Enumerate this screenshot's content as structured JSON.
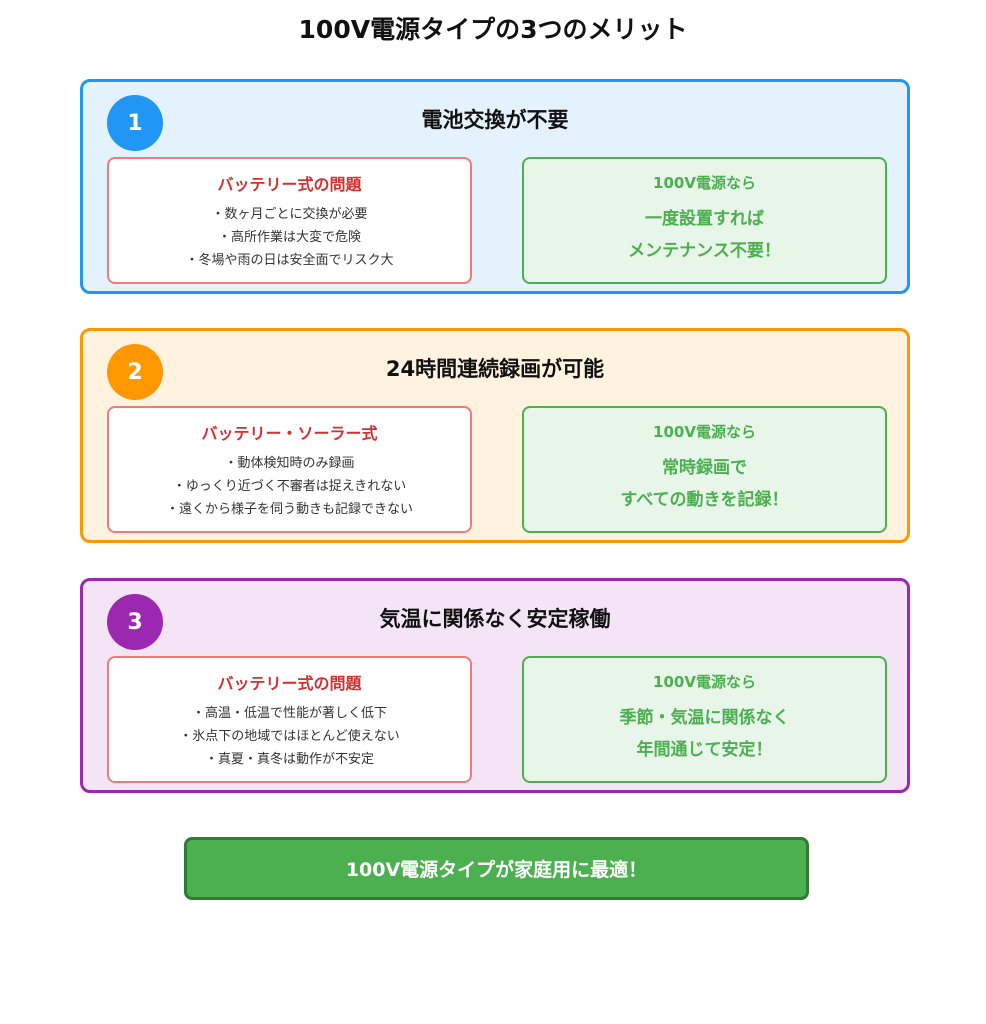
{
  "title": "100V電源タイプの3つのメリット",
  "colors": {
    "blue": "#2196f3",
    "orange": "#ff9800",
    "purple": "#9c27b0",
    "green": "#4caf50",
    "red": "#d32f2f"
  },
  "sections": [
    {
      "number": "1",
      "title": "電池交換が不要",
      "bad_heading": "バッテリー式の問題",
      "bad_items": [
        "・数ヶ月ごとに交換が必要",
        "・高所作業は大変で危険",
        "・冬場や雨の日は安全面でリスク大"
      ],
      "good_heading": "100V電源なら",
      "good_lines": [
        "一度設置すれば",
        "メンテナンス不要！"
      ]
    },
    {
      "number": "2",
      "title": "24時間連続録画が可能",
      "bad_heading": "バッテリー・ソーラー式",
      "bad_items": [
        "・動体検知時のみ録画",
        "・ゆっくり近づく不審者は捉えきれない",
        "・遠くから様子を伺う動きも記録できない"
      ],
      "good_heading": "100V電源なら",
      "good_lines": [
        "常時録画で",
        "すべての動きを記録！"
      ]
    },
    {
      "number": "3",
      "title": "気温に関係なく安定稼働",
      "bad_heading": "バッテリー式の問題",
      "bad_items": [
        "・高温・低温で性能が著しく低下",
        "・氷点下の地域ではほとんど使えない",
        "・真夏・真冬は動作が不安定"
      ],
      "good_heading": "100V電源なら",
      "good_lines": [
        "季節・気温に関係なく",
        "年間通じて安定！"
      ]
    }
  ],
  "banner": "100V電源タイプが家庭用に最適！"
}
